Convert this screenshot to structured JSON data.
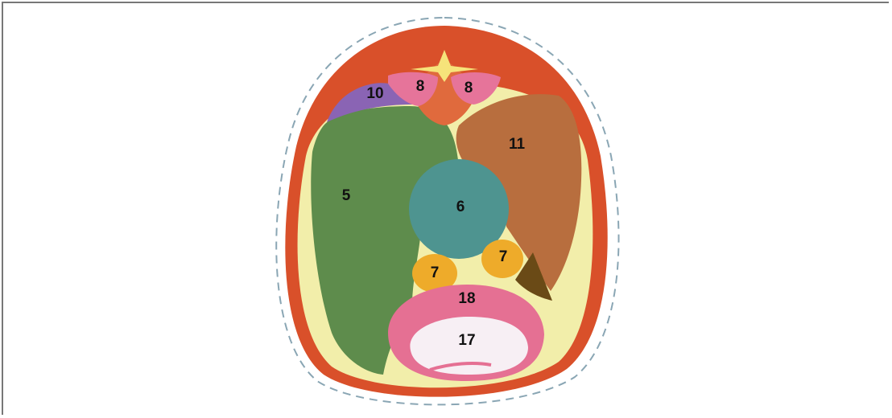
{
  "colors": {
    "outline_dash": "#8aa6b4",
    "outer_wall": "#d9502a",
    "fat_layer": "#f2eeaa",
    "liver": "#5e8c4c",
    "ivc": "#4e9490",
    "adrenal": "#eeab2a",
    "stomach": "#b86e3e",
    "midline_muscle": "#e06a3d",
    "pink_muscle": "#e6749a",
    "purple_region": "#8a64b4",
    "vertebra_rim": "#e57093",
    "vertebra_body": "#f7eff4",
    "dark_wedge": "#6a4a16",
    "star_yellow": "#f6e37a"
  },
  "labels": {
    "l5": "5",
    "l6": "6",
    "l7a": "7",
    "l7b": "7",
    "l8a": "8",
    "l8b": "8",
    "l10": "10",
    "l11": "11",
    "l17": "17",
    "l18": "18"
  }
}
